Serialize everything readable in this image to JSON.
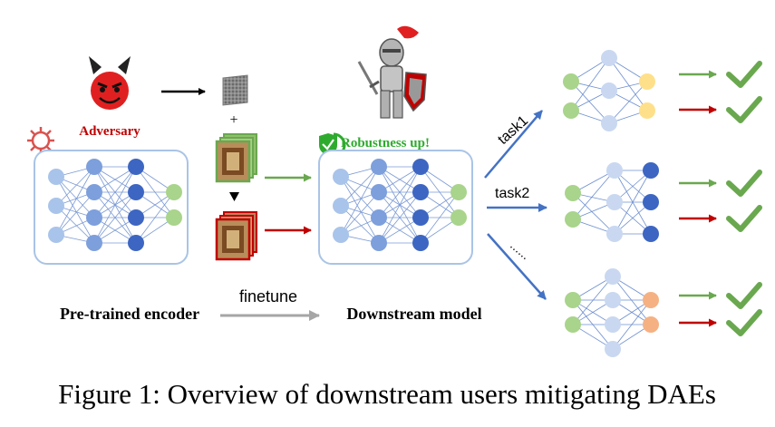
{
  "labels": {
    "adversary": "Adversary",
    "plus": "+",
    "robustness": "Robustness up!",
    "task1": "task1",
    "task2": "task2",
    "dots": "......",
    "finetune": "finetune",
    "pretrained": "Pre-trained encoder",
    "downstream": "Downstream model"
  },
  "caption": "Figure 1: Overview of downstream users mitigating DAEs",
  "colors": {
    "green_arrow": "#6aa84f",
    "red_arrow": "#c00000",
    "check": "#6aa84f",
    "adversary_text": "#c00000",
    "robust_text": "#2eab2e",
    "task_arrow": "#4472c4",
    "gray_arrow": "#a6a6a6"
  },
  "icons": [
    "devil-icon",
    "noise-patch-icon",
    "clean-images-icon",
    "adversarial-images-icon",
    "knight-icon",
    "shield-check-icon",
    "virus-icon",
    "check-icon"
  ]
}
